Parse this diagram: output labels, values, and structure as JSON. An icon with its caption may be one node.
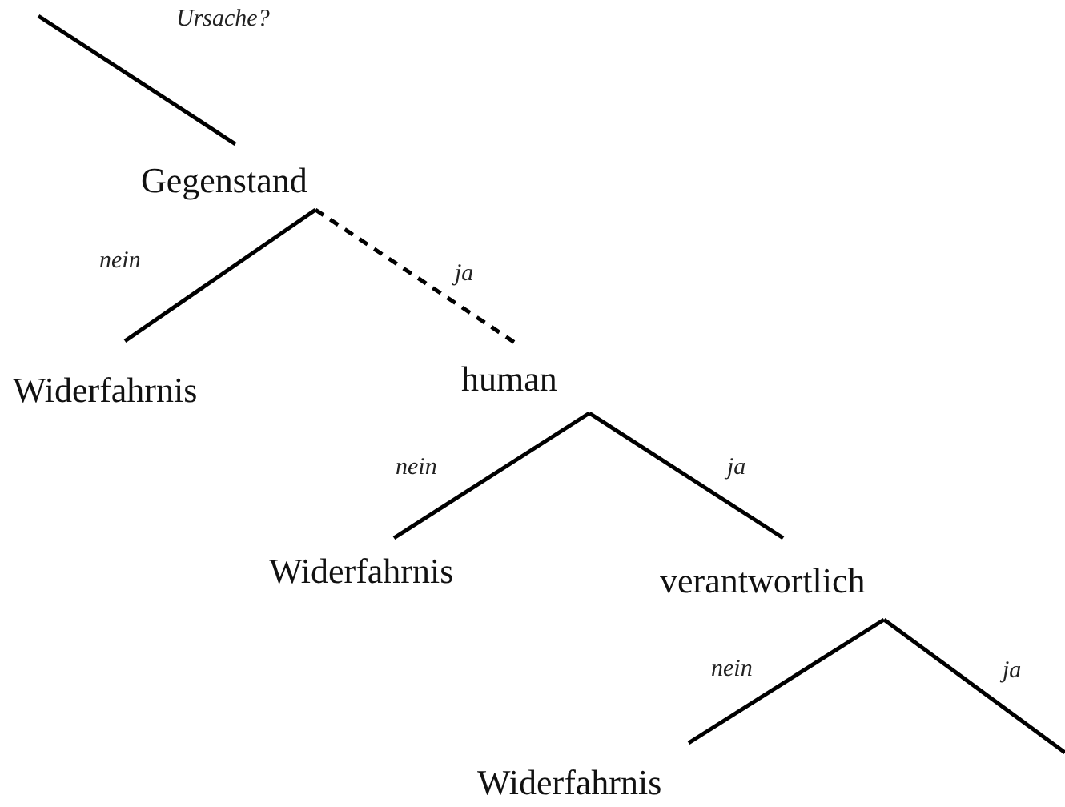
{
  "diagram": {
    "nodes": [
      {
        "text": [
          "Gegenstand"
        ]
      },
      {
        "text": [
          "Widerfahrnis"
        ]
      },
      {
        "text": [
          "human"
        ]
      },
      {
        "text": [
          "Widerfahrnis"
        ]
      },
      {
        "text": [
          "verantwortlich"
        ]
      },
      {
        "text": [
          "Widerfahrnis"
        ]
      }
    ],
    "edges": [
      {
        "from": null,
        "to": 0,
        "arrow": "none",
        "label": "Ursache?"
      },
      {
        "from": 0,
        "to": 1,
        "arrow": "none",
        "label": "nein"
      },
      {
        "from": 0,
        "to": 2,
        "arrow": "none",
        "label": "ja",
        "style": "dashed"
      },
      {
        "from": 2,
        "to": 3,
        "arrow": "none",
        "label": "nein"
      },
      {
        "from": 2,
        "to": 4,
        "arrow": "none",
        "label": "ja"
      },
      {
        "from": 4,
        "to": 5,
        "arrow": "none",
        "label": "nein"
      },
      {
        "from": 4,
        "to": null,
        "arrow": "none",
        "label": "ja"
      }
    ]
  }
}
